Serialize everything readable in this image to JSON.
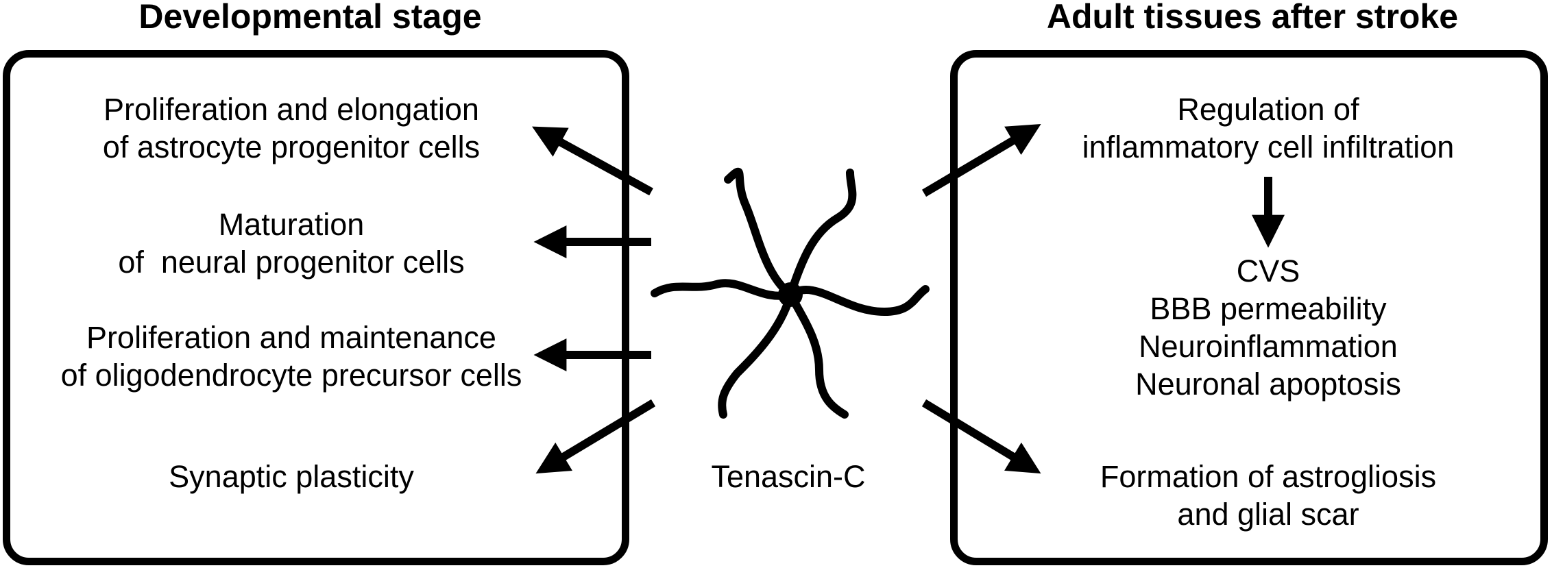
{
  "left_panel": {
    "title": "Developmental stage",
    "items": [
      {
        "line1": "Proliferation and elongation",
        "line2": "of astrocyte progenitor cells"
      },
      {
        "line1": "Maturation",
        "line2": "of  neural progenitor cells"
      },
      {
        "line1": "Proliferation and maintenance",
        "line2": "of oligodendrocyte precursor cells"
      },
      {
        "line1": "Synaptic plasticity"
      }
    ]
  },
  "center": {
    "label": "Tenascin-C"
  },
  "right_panel": {
    "title": "Adult tissues after stroke",
    "top_item": {
      "line1": "Regulation of",
      "line2": "inflammatory cell infiltration"
    },
    "effects": [
      "CVS",
      "BBB permeability",
      "Neuroinflammation",
      "Neuronal apoptosis"
    ],
    "bottom_item": {
      "line1": "Formation of astrogliosis",
      "line2": "and glial scar"
    }
  }
}
